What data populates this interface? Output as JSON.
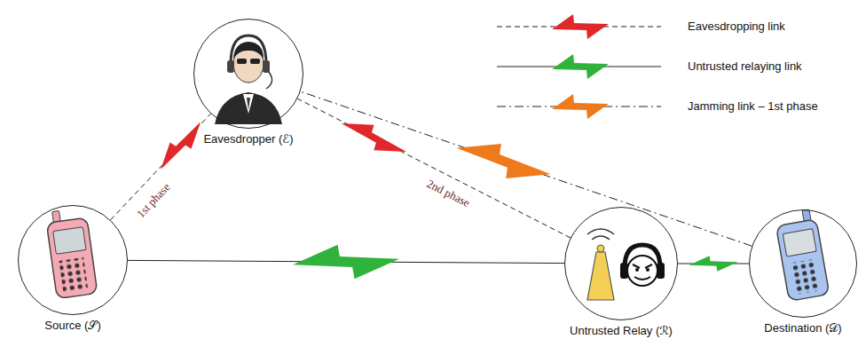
{
  "diagram": {
    "nodes": [
      {
        "text": [
          "Eavesdropper (ℰ)"
        ]
      },
      {
        "text": [
          "Source (𝒮)"
        ]
      },
      {
        "text": [
          "Untrusted Relay (ℛ)"
        ]
      },
      {
        "text": [
          "Destination (𝒟)"
        ]
      }
    ],
    "edges": [
      {
        "from": 1,
        "to": 0,
        "arrow": "none",
        "label": "1st phase"
      },
      {
        "from": 2,
        "to": 0,
        "arrow": "none",
        "label": "2nd phase"
      },
      {
        "from": 3,
        "to": 0,
        "arrow": "none"
      },
      {
        "from": 1,
        "to": 2,
        "arrow": "none"
      },
      {
        "from": 2,
        "to": 3,
        "arrow": "none"
      }
    ],
    "legend": [
      {
        "text": "Eavesdropping link"
      },
      {
        "text": "Untrusted relaying link"
      },
      {
        "text": "Jamming link – 1st phase"
      }
    ]
  }
}
